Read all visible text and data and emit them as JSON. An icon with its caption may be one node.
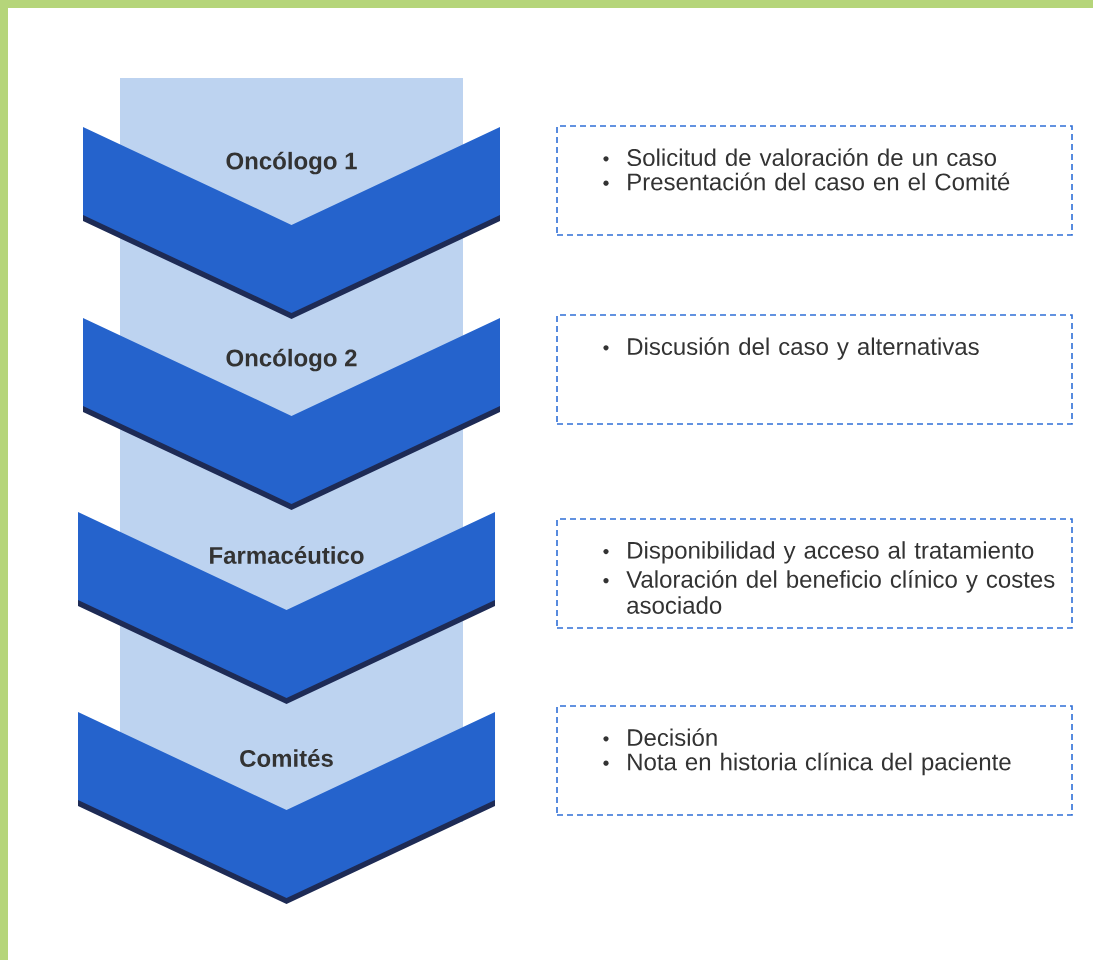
{
  "diagram": {
    "nodes": [
      {
        "text": [
          "Oncólogo 1"
        ]
      },
      {
        "text": [
          "Oncólogo 2"
        ]
      },
      {
        "text": [
          "Farmacéutico"
        ]
      },
      {
        "text": [
          "Comités"
        ]
      },
      {
        "text": [
          "Solicitud de valoración de un caso",
          "Presentación del caso en el Comité"
        ]
      },
      {
        "text": [
          "Discusión del caso y alternativas"
        ]
      },
      {
        "text": [
          "Disponibilidad y acceso al tratamiento",
          "Valoración del beneficio clínico y costes asociado"
        ]
      },
      {
        "text": [
          "Decisión",
          "Nota en historia clínica del paciente"
        ]
      }
    ]
  }
}
